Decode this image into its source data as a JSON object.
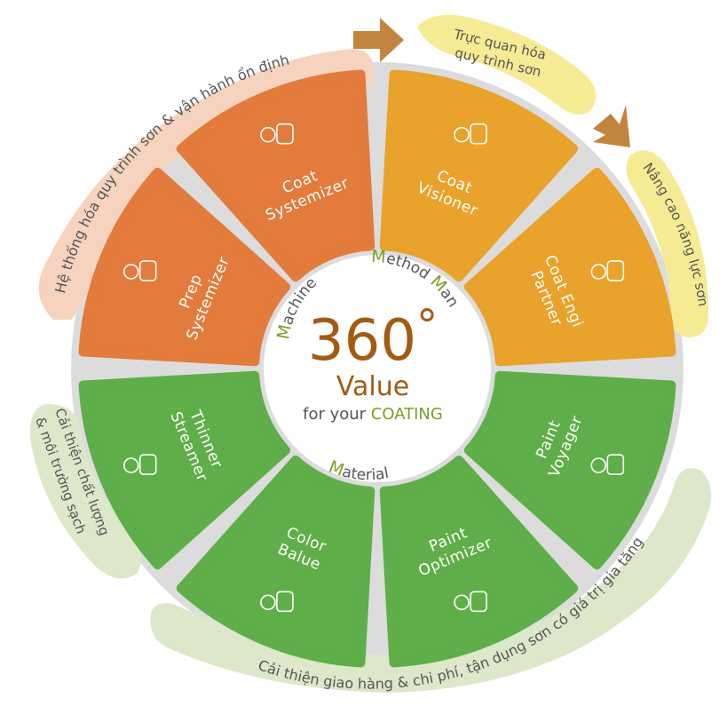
{
  "center": {
    "big_number": "360",
    "degree_symbol": "°",
    "value": "Value",
    "for_your": "for your ",
    "coating": "COATING"
  },
  "ring_words": {
    "machine_initial": "M",
    "machine_rest": "achine",
    "method_initial": "M",
    "method_rest": "ethod",
    "man_initial": "M",
    "man_rest": "an",
    "material_initial": "M",
    "material_rest": "aterial"
  },
  "segments": [
    {
      "id": "prep-systemizer",
      "line1": "Prep",
      "line2": "Systemizer",
      "icon": "gear-globe-icon"
    },
    {
      "id": "coat-systemizer",
      "line1": "Coat",
      "line2": "Systemizer",
      "icon": "gear-paint-can-icon"
    },
    {
      "id": "coat-visioner",
      "line1": "Coat",
      "line2": "Visioner",
      "icon": "factory-inspection-icon"
    },
    {
      "id": "coat-engi-partner",
      "line1": "Coat Engi",
      "line2": "Partner",
      "icon": "handshake-star-icon"
    },
    {
      "id": "paint-voyager",
      "line1": "Paint",
      "line2": "Voyager",
      "icon": "map-paint-can-icon"
    },
    {
      "id": "paint-optimizer",
      "line1": "Paint",
      "line2": "Optimizer",
      "icon": "paint-can-transfer-icon"
    },
    {
      "id": "color-balue",
      "line1": "Color",
      "line2": "Balue",
      "icon": "vapor-paint-can-icon"
    },
    {
      "id": "thinner-streamer",
      "line1": "Thinner",
      "line2": "Streamer",
      "icon": "solvent-containers-icon"
    }
  ],
  "bands": {
    "orange": "Hệ thống hóa quy trình sơn & vận hành ổn định",
    "yellow_line1": "Trực quan hóa",
    "yellow_line2": "quy trình sơn",
    "yellow_right": "Nâng cao năng lực sơn",
    "green_left_line1": "Cải thiện chất lượng",
    "green_left_line2": "& môi trường sạch",
    "green_bottom": "Cải thiện giao hàng & chi phí, tận dụng sơn có giá trị gia tăng"
  },
  "colors": {
    "orange": "#E27B3C",
    "yellow": "#E9A22B",
    "green": "#5FAE49",
    "ring_gray": "#DCDCDC",
    "brown_text": "#A35B13",
    "olive_text": "#7D9E22",
    "band_orange": "#F6D3BE",
    "band_yellow": "#F6EB95",
    "band_green": "#DCE8C9",
    "arrow": "#C2843F"
  }
}
